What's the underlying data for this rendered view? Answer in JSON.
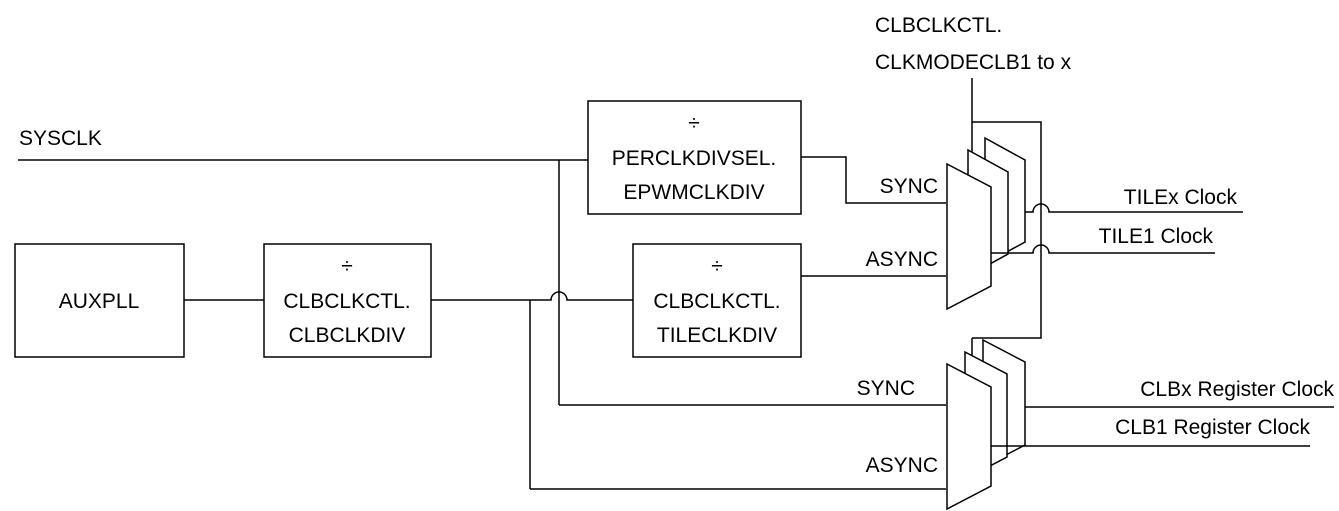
{
  "signals": {
    "sysclk": "SYSCLK",
    "clkmode_line1": "CLBCLKCTL.",
    "clkmode_line2": "CLKMODECLB1 to x",
    "sync_top": "SYNC",
    "async_top": "ASYNC",
    "sync_bottom": "SYNC",
    "async_bottom": "ASYNC",
    "tilex_clock": "TILEx Clock",
    "tile1_clock": "TILE1 Clock",
    "clbx_register_clock": "CLBx Register Clock",
    "clb1_register_clock": "CLB1 Register Clock"
  },
  "blocks": {
    "auxpll": {
      "label": "AUXPLL"
    },
    "clbclkdiv": {
      "symbol": "÷",
      "line1": "CLBCLKCTL.",
      "line2": "CLBCLKDIV"
    },
    "epwmclkdiv": {
      "symbol": "÷",
      "line1": "PERCLKDIVSEL.",
      "line2": "EPWMCLKDIV"
    },
    "tileclkdiv": {
      "symbol": "÷",
      "line1": "CLBCLKCTL.",
      "line2": "TILECLKDIV"
    }
  }
}
